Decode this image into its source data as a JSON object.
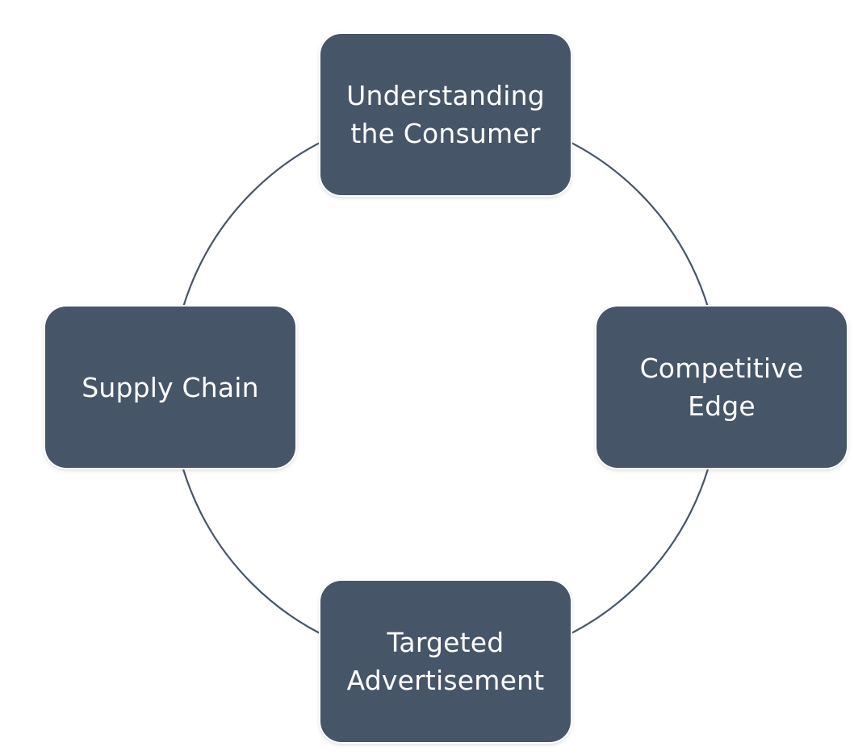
{
  "diagram": {
    "type": "cycle",
    "colors": {
      "node_fill": "#475569",
      "node_text": "#ffffff",
      "connector": "#475569",
      "background": "#ffffff"
    },
    "nodes": [
      {
        "label": "Understanding\nthe Consumer"
      },
      {
        "label": "Competitive\nEdge"
      },
      {
        "label": "Targeted\nAdvertisement"
      },
      {
        "label": "Supply Chain"
      }
    ]
  }
}
